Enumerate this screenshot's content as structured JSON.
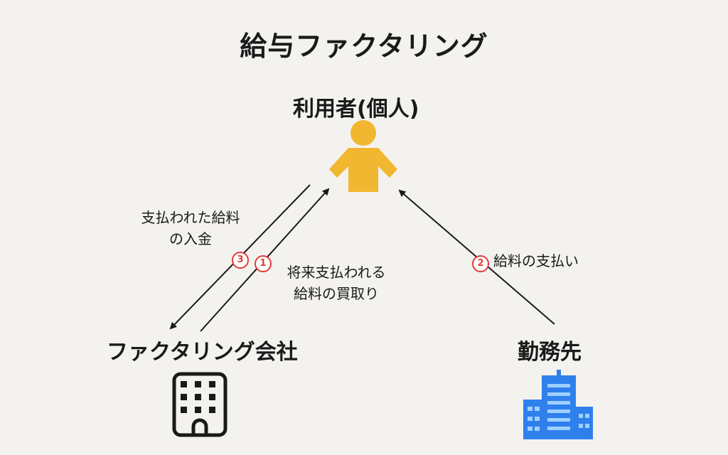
{
  "title": "給与ファクタリング",
  "nodes": {
    "user": "利用者(個人)",
    "factoring_company": "ファクタリング会社",
    "employer": "勤務先"
  },
  "captions": {
    "paid_salary": [
      "支払われた給料",
      "の入金"
    ],
    "purchase": [
      "将来支払われる",
      "給料の買取り"
    ],
    "payment": "給料の支払い"
  },
  "badges": {
    "step1": "1",
    "step2": "2",
    "step3": "3"
  },
  "colors": {
    "person": "#f2b731",
    "badge": "#e53935",
    "building_blue": "#2f80ed",
    "arrow": "#1a1a1a",
    "background": "#f4f2ef"
  },
  "icons": {
    "user": "person-icon",
    "factoring_company": "office-building-icon",
    "employer": "blue-building-icon"
  }
}
